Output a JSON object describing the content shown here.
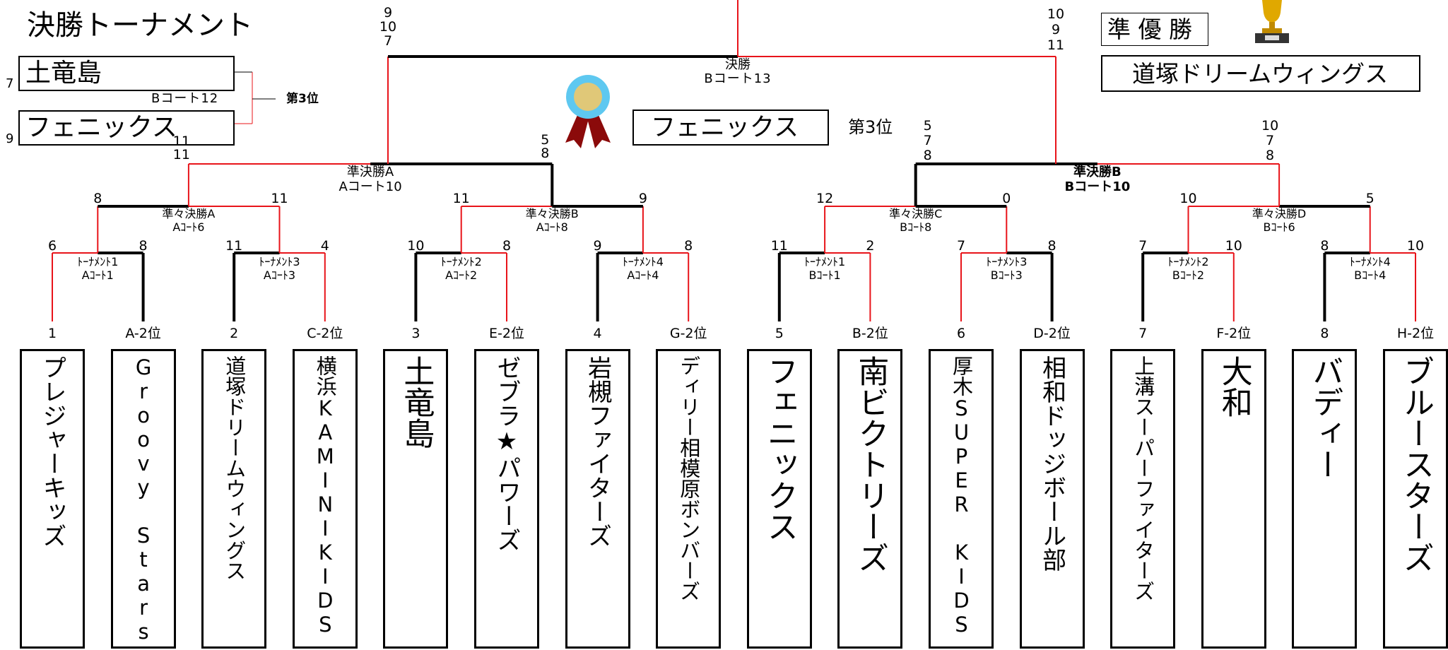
{
  "header": {
    "title": "決勝トーナメント",
    "runner_up_label": "準 優 勝",
    "runner_up_team": "道塚ドリームウィングス",
    "third_label": "第3位",
    "third_team": "フェニックス"
  },
  "third_place_match": {
    "label": "第3位",
    "court": "Bコート12",
    "team_top": "土竜島",
    "team_bottom": "フェニックス",
    "score_top": "7",
    "score_bottom": "9"
  },
  "final": {
    "label": "決勝",
    "court": "Bコート13",
    "scores_left": [
      "9",
      "10",
      "7"
    ],
    "scores_right": [
      "10",
      "9",
      "11"
    ]
  },
  "semis": [
    {
      "label": "準決勝A",
      "court": "Aコート10",
      "scores_left": [
        "11",
        "11"
      ],
      "scores_right": [
        "5",
        "8"
      ]
    },
    {
      "label": "準決勝B",
      "court": "Bコート10",
      "scores_left": [
        "5",
        "7",
        "8"
      ],
      "scores_right": [
        "10",
        "7",
        "8"
      ]
    }
  ],
  "quarters": [
    {
      "label": "準々決勝A",
      "court": "Aｺｰﾄ6",
      "score_left": "8",
      "score_right": "11"
    },
    {
      "label": "準々決勝B",
      "court": "Aｺｰﾄ8",
      "score_left": "11",
      "score_right": "9"
    },
    {
      "label": "準々決勝C",
      "court": "Bｺｰﾄ8",
      "score_left": "12",
      "score_right": "0"
    },
    {
      "label": "準々決勝D",
      "court": "Bｺｰﾄ6",
      "score_left": "10",
      "score_right": "5"
    }
  ],
  "firsts": [
    {
      "label": "ﾄｰﾅﾒﾝﾄ1",
      "court": "Aｺｰﾄ1",
      "score_left": "6",
      "score_right": "8"
    },
    {
      "label": "ﾄｰﾅﾒﾝﾄ3",
      "court": "Aｺｰﾄ3",
      "score_left": "11",
      "score_right": "4"
    },
    {
      "label": "ﾄｰﾅﾒﾝﾄ2",
      "court": "Aｺｰﾄ2",
      "score_left": "10",
      "score_right": "8"
    },
    {
      "label": "ﾄｰﾅﾒﾝﾄ4",
      "court": "Aｺｰﾄ4",
      "score_left": "9",
      "score_right": "8"
    },
    {
      "label": "ﾄｰﾅﾒﾝﾄ1",
      "court": "Bｺｰﾄ1",
      "score_left": "11",
      "score_right": "2"
    },
    {
      "label": "ﾄｰﾅﾒﾝﾄ3",
      "court": "Bｺｰﾄ3",
      "score_left": "7",
      "score_right": "8"
    },
    {
      "label": "ﾄｰﾅﾒﾝﾄ2",
      "court": "Bｺｰﾄ2",
      "score_left": "7",
      "score_right": "10"
    },
    {
      "label": "ﾄｰﾅﾒﾝﾄ4",
      "court": "Bｺｰﾄ4",
      "score_left": "8",
      "score_right": "10"
    }
  ],
  "seeds": [
    "1",
    "A-2位",
    "2",
    "C-2位",
    "3",
    "E-2位",
    "4",
    "G-2位",
    "5",
    "B-2位",
    "6",
    "D-2位",
    "7",
    "F-2位",
    "8",
    "H-2位"
  ],
  "teams": [
    "プレジャーキッズ",
    "Groovy Stars",
    "道塚ドリームウィングス",
    "横浜KAMINIKIDS",
    "土竜島",
    "ゼブラ★パワーズ",
    "岩槻ファイターズ",
    "ディリー相模原ボンバーズ",
    "フェニックス",
    "南ビクトリーズ",
    "厚木SUPER KIDS",
    "相和ドッジボール部",
    "上溝スーパーファイターズ",
    "大和",
    "バディー",
    "ブルースターズ"
  ],
  "colors": {
    "winner_line": "#e8141a",
    "line": "#000000",
    "ribbon": "#8b0a0a",
    "rosette": "#5ec8f0",
    "rosette_center": "#e0c878",
    "trophy": "#e0a800"
  },
  "icons": {
    "rosette": "rosette-icon",
    "trophy": "trophy-icon"
  }
}
